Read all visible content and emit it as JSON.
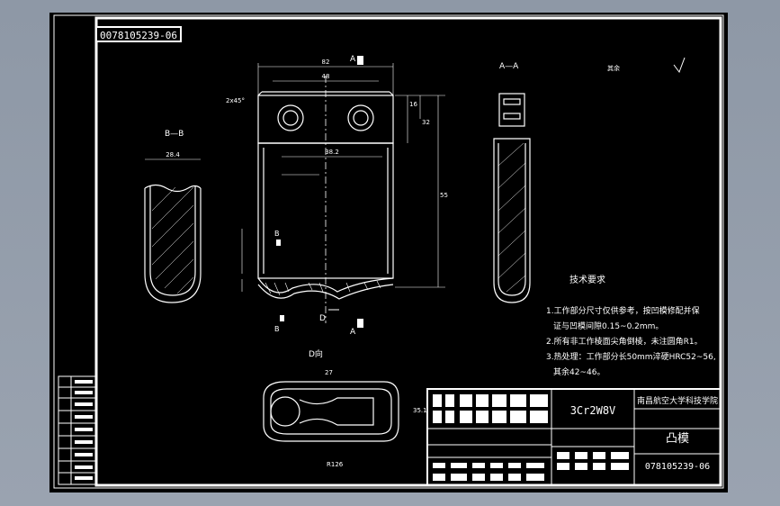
{
  "drawing": {
    "stamp_number": "0078105239-06",
    "views": {
      "bb": "B—B",
      "aa": "A—A",
      "dview": "D向",
      "a_mark": "A",
      "b_mark": "B",
      "d_mark": "D"
    },
    "roughness_note": "其余",
    "tech": {
      "heading": "技术要求",
      "lines": [
        "1.工作部分尺寸仅供参考，按凹模修配并保",
        "证与凹模间隙0.15~0.2mm。",
        "2.所有非工作棱面尖角倒棱，未注圆角R1。",
        "3.热处理：工作部分长50mm淬硬HRC52~56,",
        "其余42~46。"
      ]
    },
    "title_block": {
      "material": "3Cr2W8V",
      "school": "南昌航空大学科技学院",
      "part_name": "凸模",
      "drawing_no": "078105239-06"
    },
    "dims": {
      "top_width": "82",
      "inner_width": "48",
      "chamfer": "2x45°",
      "width_mid": "38.2",
      "height_total": "55",
      "h16": "16",
      "h32": "32",
      "width_bb": "28.4",
      "d_27": "27",
      "r126": "R126",
      "d_35": "35.1"
    }
  }
}
